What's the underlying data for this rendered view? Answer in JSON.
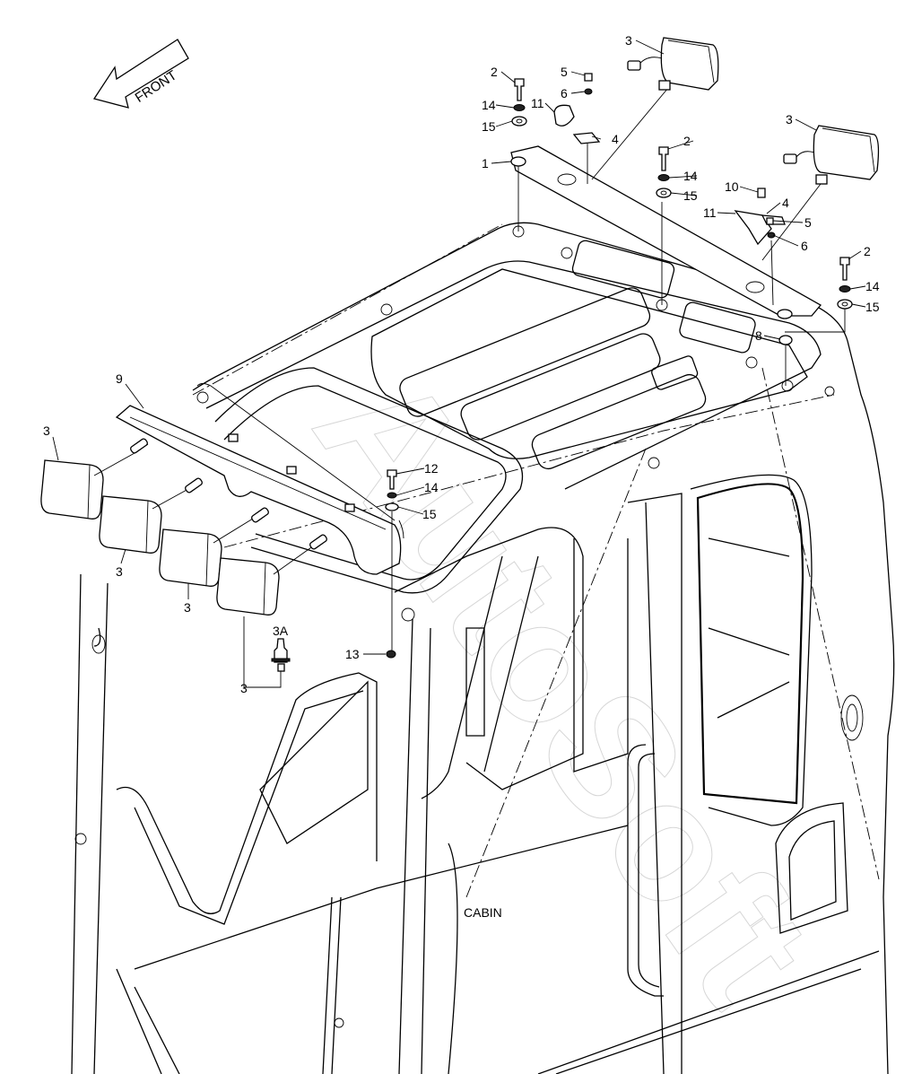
{
  "diagram": {
    "direction_label": "FRONT",
    "assembly_label": "CABIN",
    "watermark": "AutoSoft",
    "callouts": [
      "1",
      "2",
      "3",
      "3A",
      "4",
      "5",
      "6",
      "8",
      "9",
      "10",
      "11",
      "12",
      "13",
      "14",
      "15"
    ],
    "labels": {
      "top_lamp_a": "3",
      "bolt_a": "2",
      "screw_a": "5",
      "washer_a": "6",
      "clip_a": "11",
      "spring_washer_a": "14",
      "flat_washer_a": "15",
      "bracket_a": "4",
      "mount_bar": "1",
      "top_lamp_b": "3",
      "bolt_b": "2",
      "spring_washer_b": "14",
      "flat_washer_b": "15",
      "screw_c": "10",
      "bracket_b": "4",
      "clip_b": "11",
      "screw_b": "5",
      "washer_b": "6",
      "bolt_c": "2",
      "spring_washer_c": "14",
      "flat_washer_c": "15",
      "cushion": "8",
      "front_bar": "9",
      "front_lamp_1": "3",
      "front_lamp_2": "3",
      "front_lamp_3": "3",
      "bulb": "3A",
      "lamp_assy": "3",
      "bolt_d": "12",
      "spring_washer_d": "14",
      "flat_washer_d": "15",
      "nut": "13"
    }
  }
}
